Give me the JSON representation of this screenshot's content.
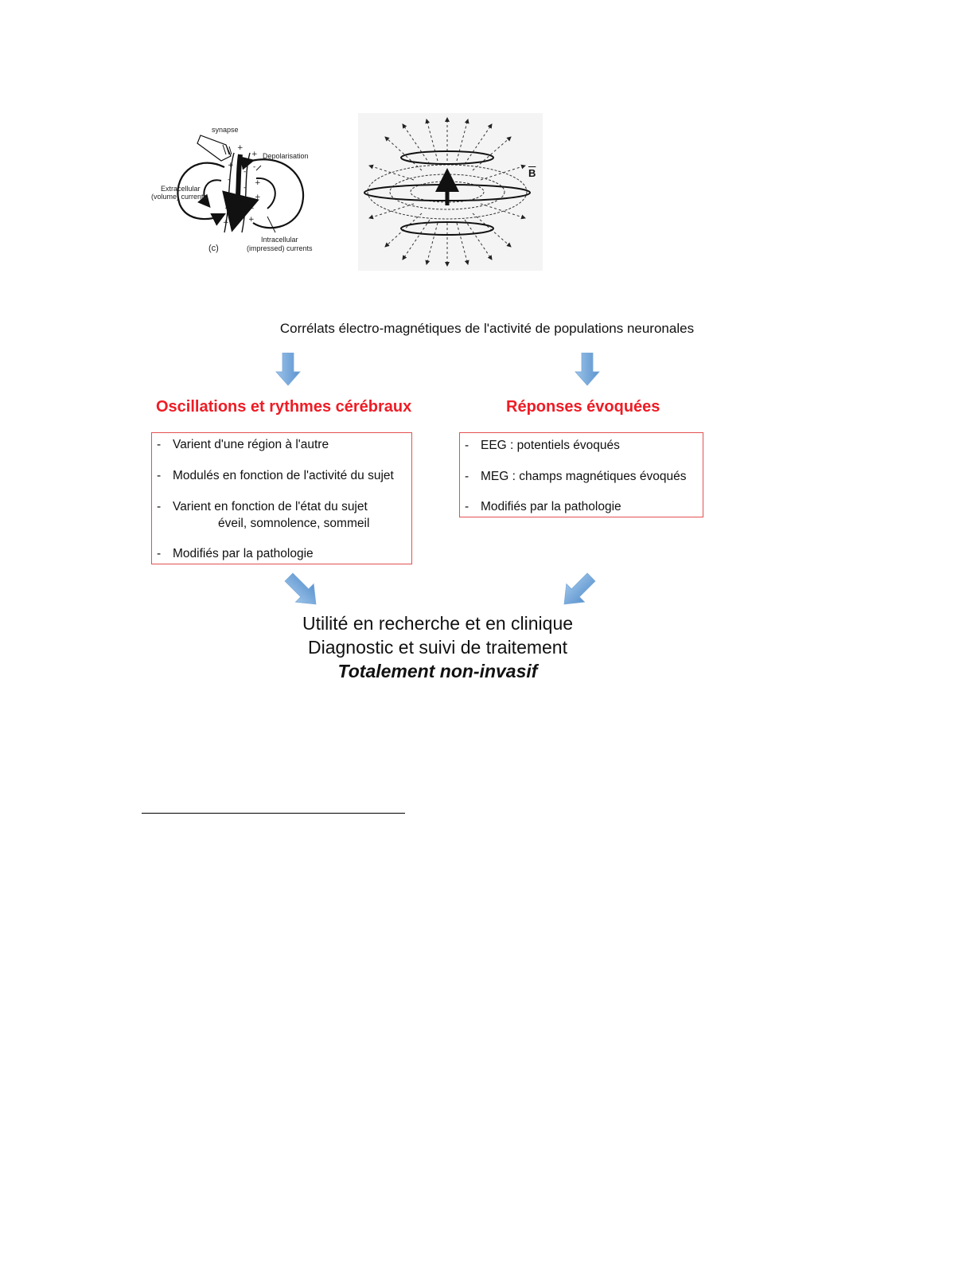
{
  "figure_c": {
    "synapse": "synapse",
    "depolarisation": "Depolarisation",
    "extracellular_line1": "Extracellular",
    "extracellular_line2": "(volume) currents",
    "intracellular_line1": "Intracellular",
    "intracellular_line2": "(impressed) currents",
    "panel": "(c)"
  },
  "figure_b": {
    "field_label": "B"
  },
  "main_heading": "Corrélats électro-magnétiques de l'activité de populations neuronales",
  "left": {
    "title": "Oscillations et rythmes cérébraux",
    "items": [
      "Varient d'une région à l'autre",
      "Modulés en fonction de l'activité du sujet",
      "Varient en fonction de l'état du sujet",
      "éveil, somnolence, sommeil",
      "Modifiés par la pathologie"
    ]
  },
  "right": {
    "title": "Réponses évoquées",
    "items": [
      "EEG : potentiels évoqués",
      "MEG : champs magnétiques évoqués",
      "Modifiés par la pathologie"
    ]
  },
  "conclusion": {
    "line1": "Utilité en recherche et en clinique",
    "line2": "Diagnostic et suivi de traitement",
    "line3": "Totalement non-invasif"
  },
  "colors": {
    "red": "#ee1c25",
    "box_border": "#e35050",
    "arrow_blue": "#6fa8dc"
  }
}
